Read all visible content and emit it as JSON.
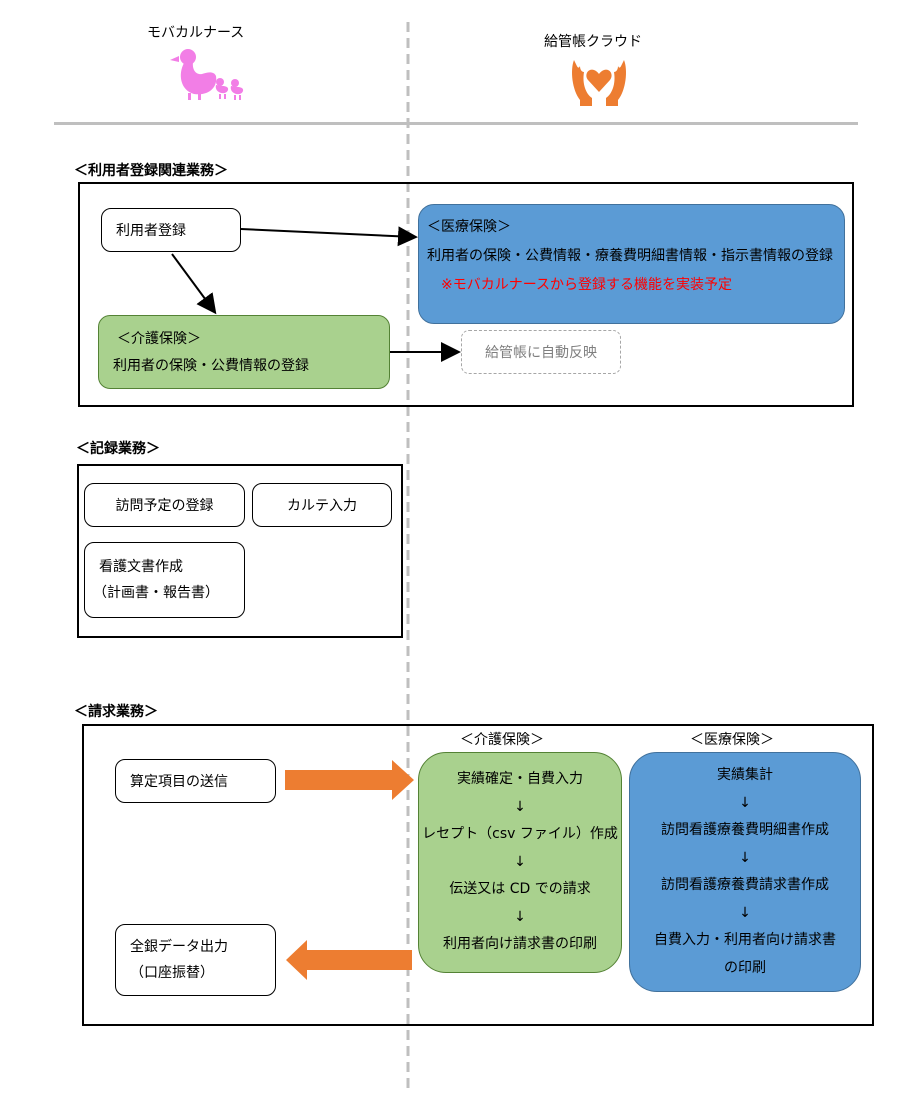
{
  "header": {
    "left_title": "モバカルナース",
    "right_title": "給管帳クラウド",
    "duck_icon": "duck-family-icon",
    "right_icon": "hands-heart-icon",
    "colors": {
      "duck": "#f27ee6",
      "hands": "#ed7d31",
      "header_rule": "#bfbfbf",
      "divider": "#bfbfbf"
    }
  },
  "s1": {
    "title": "＜利用者登録関連業務＞",
    "user_reg": "利用者登録",
    "med_title": "＜医療保険＞",
    "med_body": "利用者の保険・公費情報・療養費明細書情報・指示書情報の登録",
    "med_note": "※モバカルナースから登録する機能を実装予定",
    "care_title": "＜介護保険＞",
    "care_body": "利用者の保険・公費情報の登録",
    "auto": "給管帳に自動反映",
    "note_color": "#ff0000"
  },
  "s2": {
    "title": "＜記録業務＞",
    "visit": "訪問予定の登録",
    "chart": "カルテ入力",
    "doc_line1": "看護文書作成",
    "doc_line2": "（計画書・報告書）"
  },
  "s3": {
    "title": "＜請求業務＞",
    "care_head": "＜介護保険＞",
    "med_head": "＜医療保険＞",
    "send": "算定項目の送信",
    "bank_line1": "全銀データ出力",
    "bank_line2": "（口座振替）",
    "arrow_color": "#ed7d31",
    "care_flow": [
      "実績確定・自費入力",
      "↓",
      "レセプト（csv ファイル）作成",
      "↓",
      "伝送又は CD での請求",
      "↓",
      "利用者向け請求書の印刷"
    ],
    "med_flow": [
      "実績集計",
      "↓",
      "訪問看護療養費明細書作成",
      "↓",
      "訪問看護療養費請求書作成",
      "↓",
      "自費入力・利用者向け請求書",
      "の印刷"
    ]
  }
}
